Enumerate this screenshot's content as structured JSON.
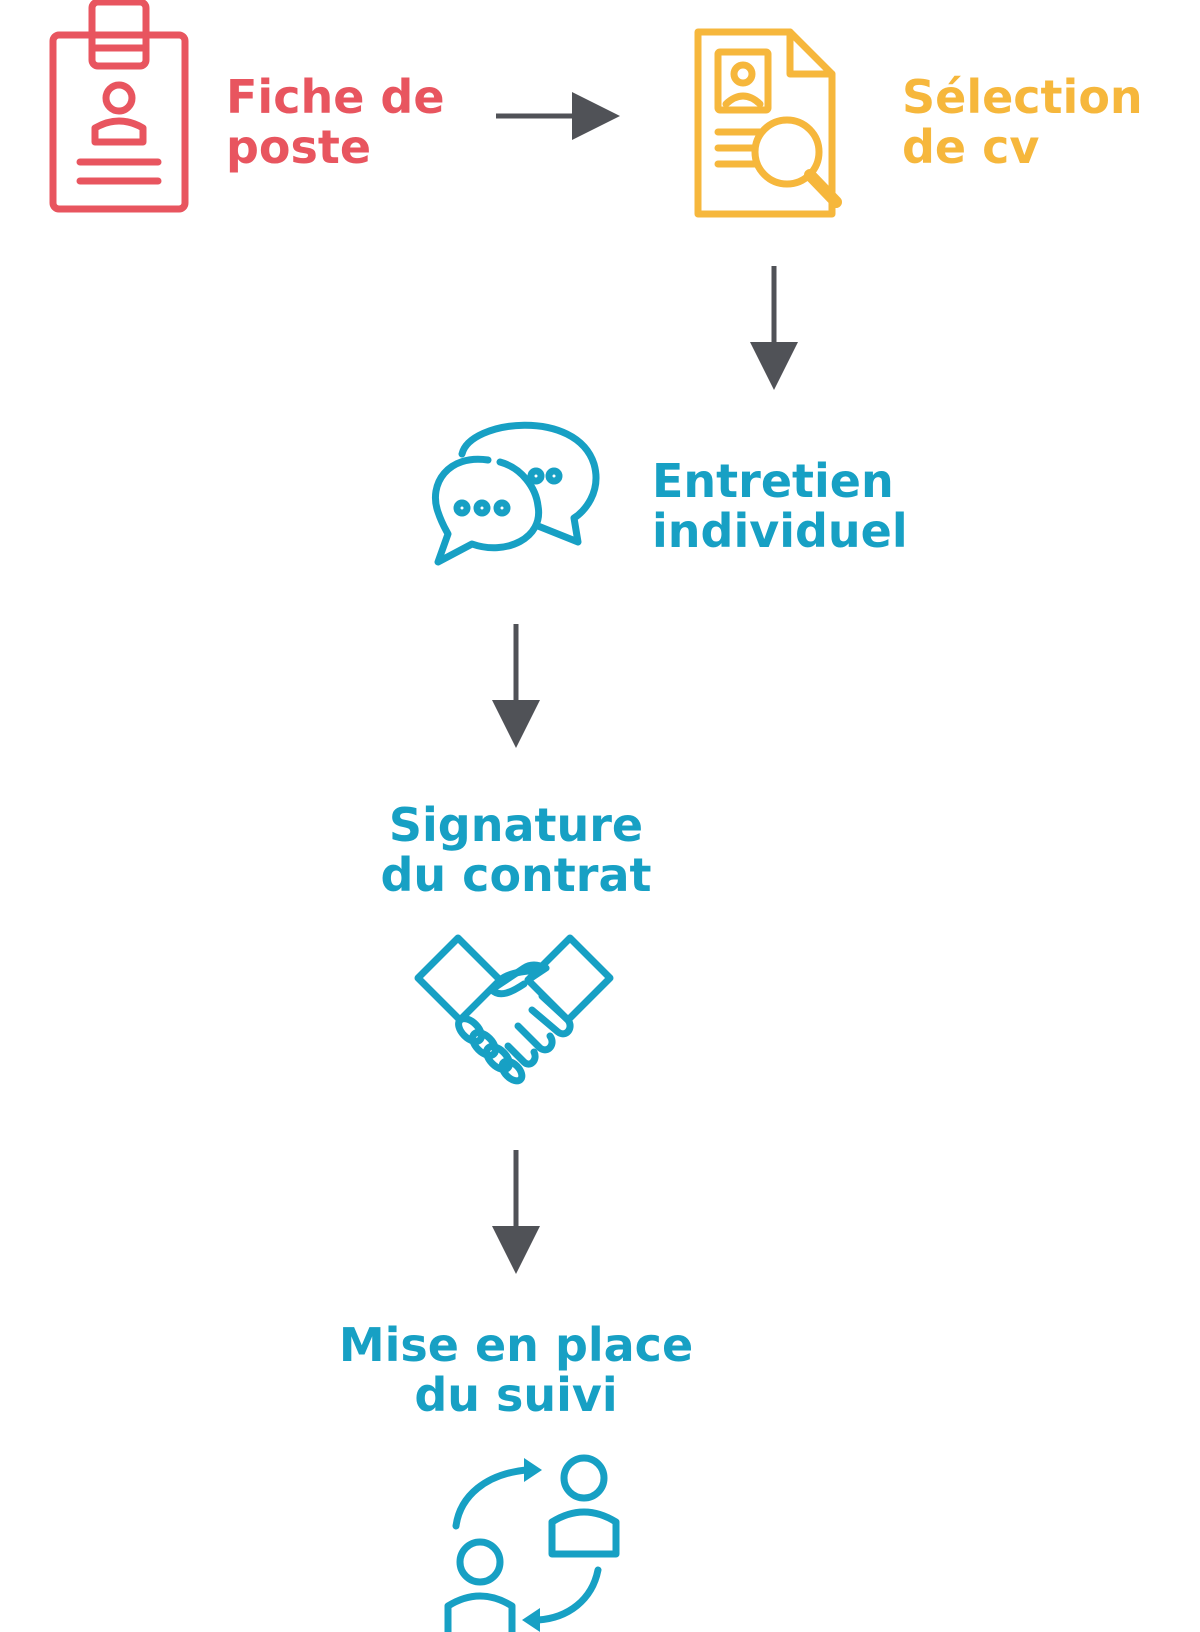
{
  "colors": {
    "red": "#e8555f",
    "yellow": "#f6b73c",
    "blue": "#17a0c4",
    "arrow": "#505257"
  },
  "steps": [
    {
      "line1": "Fiche de",
      "line2": "poste",
      "icon": "job-badge-icon",
      "color": "red"
    },
    {
      "line1": "Sélection",
      "line2": "de cv",
      "icon": "cv-search-icon",
      "color": "yellow"
    },
    {
      "line1": "Entretien",
      "line2": "individuel",
      "icon": "chat-bubbles-icon",
      "color": "blue"
    },
    {
      "line1": "Signature",
      "line2": "du contrat",
      "icon": "handshake-icon",
      "color": "blue"
    },
    {
      "line1": "Mise en place",
      "line2": "du suivi",
      "icon": "people-cycle-icon",
      "color": "blue"
    }
  ]
}
